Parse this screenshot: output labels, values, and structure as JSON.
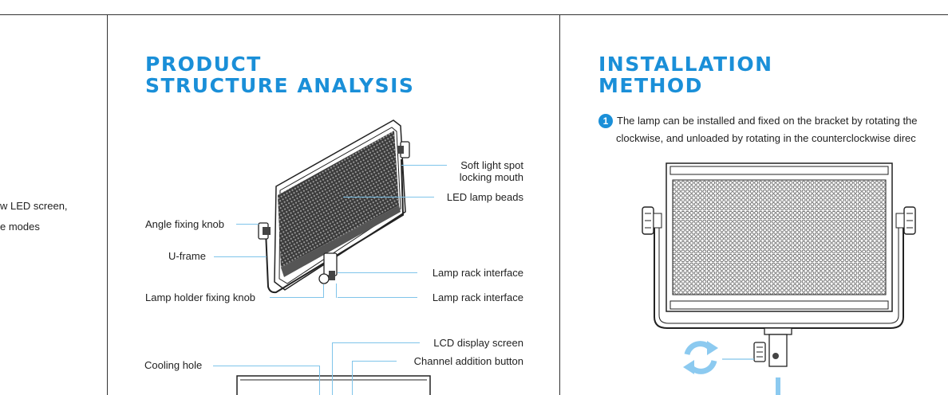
{
  "left_column": {
    "fragments": [
      "w LED screen,",
      "e modes"
    ]
  },
  "structure": {
    "title_line1": "PRODUCT",
    "title_line2": "STRUCTURE  ANALYSIS",
    "labels": {
      "soft_light_1": "Soft light spot",
      "soft_light_2": "locking mouth",
      "led_beads": "LED lamp beads",
      "angle_knob": "Angle fixing knob",
      "u_frame": "U-frame",
      "lamp_rack_1": "Lamp rack interface",
      "lamp_holder_knob": "Lamp holder fixing knob",
      "lamp_rack_2": "Lamp rack interface",
      "lcd_screen": "LCD display screen",
      "cooling_hole": "Cooling hole",
      "channel_button": "Channel addition button"
    }
  },
  "installation": {
    "title_line1": "INSTALLATION",
    "title_line2": "METHOD",
    "step_number": "1",
    "step_line1": "The lamp can be installed and fixed on the bracket by rotating the",
    "step_line2": "clockwise, and unloaded by rotating in the counterclockwise direc"
  },
  "colors": {
    "accent": "#1a8fd8",
    "callout": "#7fc4ea",
    "rotate_icon": "#8ccaf0"
  },
  "icons": [
    "rotate-arrows-icon"
  ]
}
